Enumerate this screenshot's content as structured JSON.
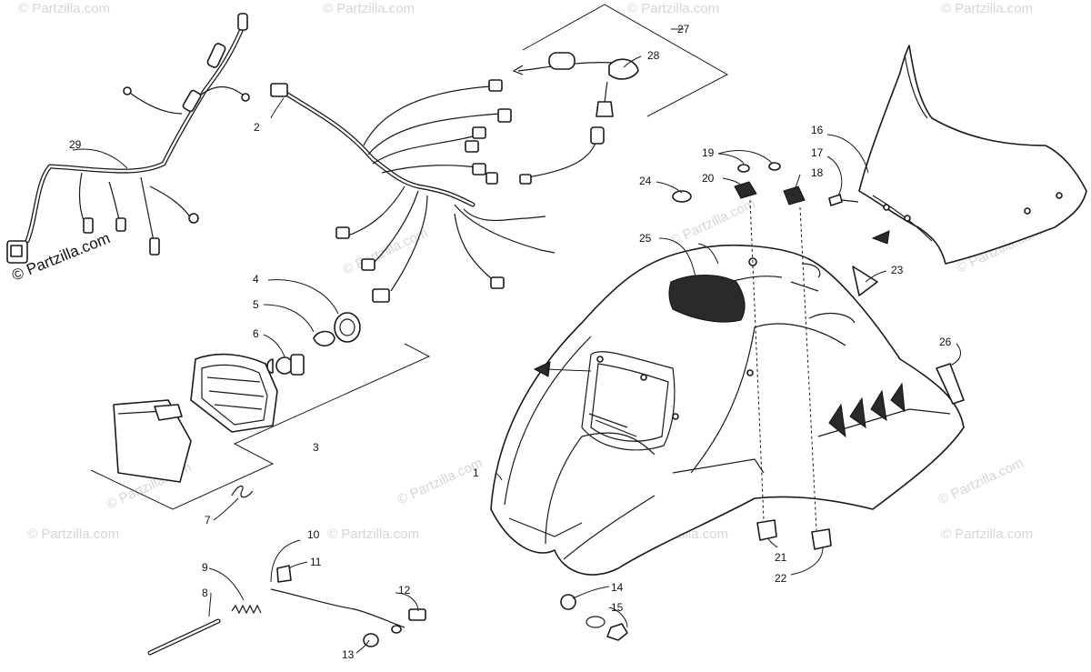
{
  "watermark": {
    "main": "© Partzilla.com",
    "faint": "© Partzilla.com"
  },
  "callouts": [
    "1",
    "2",
    "3",
    "4",
    "5",
    "6",
    "7",
    "8",
    "9",
    "10",
    "11",
    "12",
    "13",
    "14",
    "15",
    "16",
    "17",
    "18",
    "19",
    "20",
    "21",
    "22",
    "23",
    "24",
    "25",
    "26",
    "27",
    "28",
    "29"
  ]
}
